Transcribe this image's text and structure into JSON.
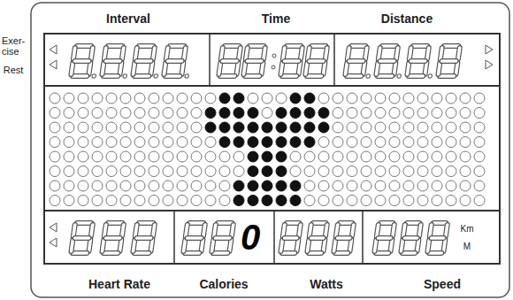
{
  "diagram": {
    "labels": [
      "Interval",
      "Time",
      "Distance",
      "Exer- cise",
      "Rest",
      "0",
      "Km",
      "M",
      "Heart Rate",
      "Calories",
      "Watts",
      "Speed"
    ]
  }
}
